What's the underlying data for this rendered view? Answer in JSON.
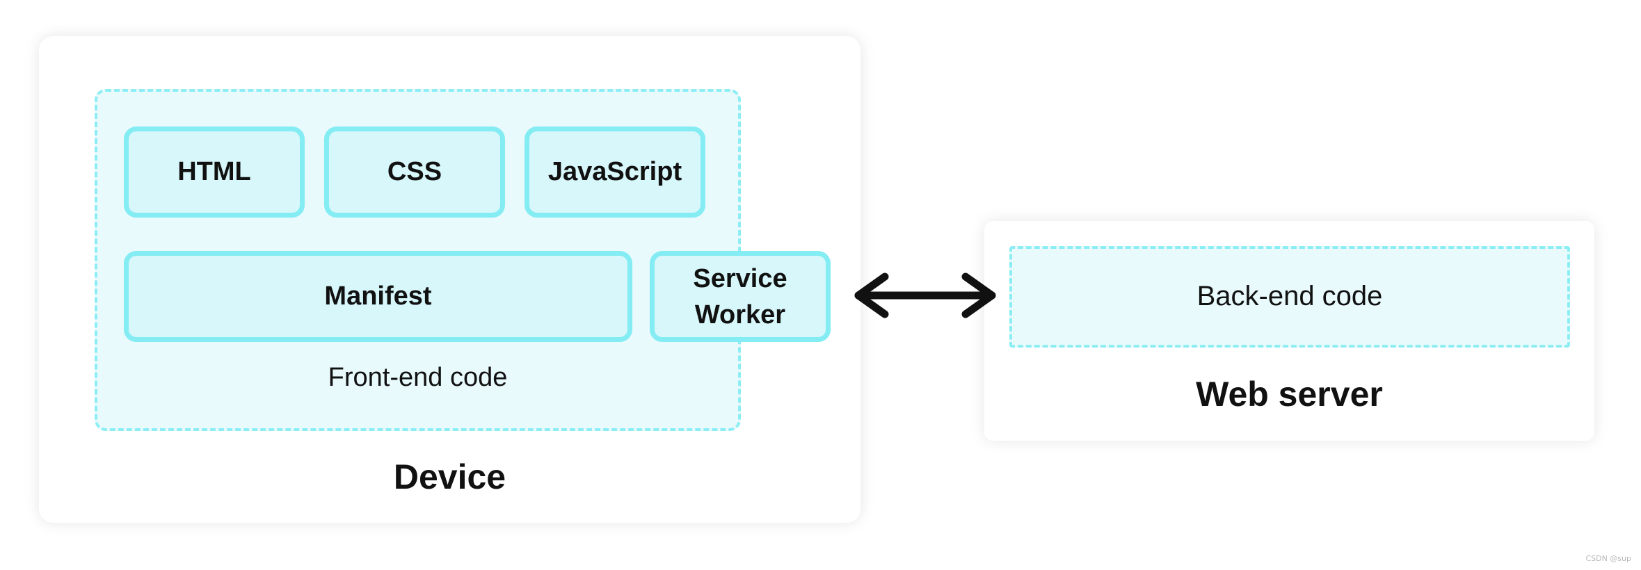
{
  "device": {
    "title": "Device",
    "frontend_label": "Front-end code",
    "boxes": {
      "html": "HTML",
      "css": "CSS",
      "javascript": "JavaScript",
      "manifest": "Manifest",
      "service_worker": "Service\nWorker"
    }
  },
  "server": {
    "title": "Web server",
    "backend_label": "Back-end code"
  },
  "connector": {
    "type": "bidirectional-arrow",
    "color": "#111111"
  },
  "colors": {
    "box_fill": "#d7f7fa",
    "box_border": "#84ecf3",
    "region_fill": "#e8fafc",
    "region_border": "#8ceef4"
  },
  "watermark": "CSDN @sup"
}
